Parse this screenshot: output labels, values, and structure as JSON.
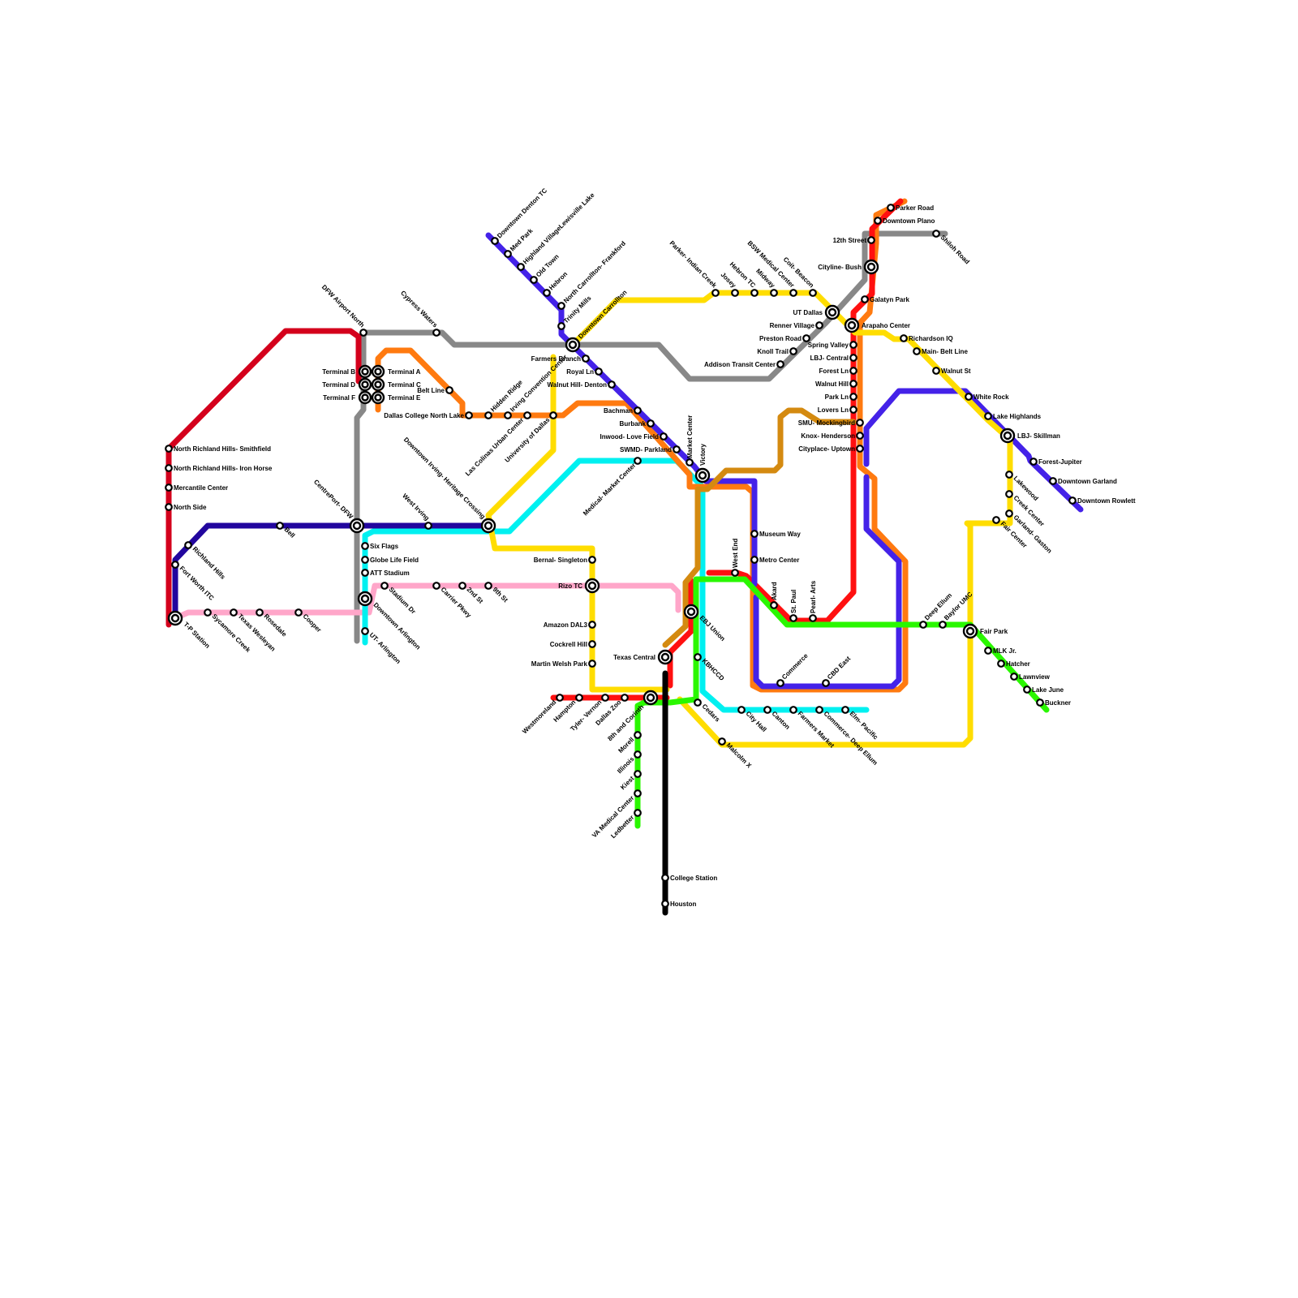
{
  "colors": {
    "red": "#d4001c",
    "bright_red": "#ff1010",
    "navy": "#22069e",
    "blue": "#4422e8",
    "gray": "#888888",
    "orange": "#ff7a10",
    "gold": "#d48a10",
    "yellow": "#ffdd00",
    "cyan": "#00f0f0",
    "pink": "#ffa6c9",
    "green": "#2af700",
    "black": "#000000"
  },
  "stations": {
    "downtown_denton_tc": "Downtown Denton TC",
    "med_park": "Med Park",
    "highland_village": "Highland VillageLewisville Lake",
    "old_town": "Old Town",
    "hebron": "Hebron",
    "north_carrollton": "North Carrollton- Frankford",
    "trinity_mills": "Trinity Mills",
    "downtown_carrollton": "Downtown Carrollton",
    "farmers_branch": "Farmers Branch",
    "royal_ln": "Royal Ln",
    "walnut_hill_denton": "Walnut Hill- Denton",
    "bachman": "Bachman",
    "burbank": "Burbank",
    "inwood_love_field": "Inwood- Love Field",
    "swmd_parkland": "SWMD- Parkland",
    "market_center": "Market Center",
    "victory": "Victory",
    "medical_market_center": "Medical- Market Center",
    "dfw_airport_north": "DFW Airport North",
    "cypress_waters": "Cypress Waters",
    "terminal_a": "Terminal A",
    "terminal_b": "Terminal B",
    "terminal_c": "Terminal C",
    "terminal_d": "Terminal D",
    "terminal_e": "Terminal E",
    "terminal_f": "Terminal F",
    "belt_line": "Belt Line",
    "dallas_college_north_lake": "Dallas College North Lake",
    "hidden_ridge": "Hidden Ridge",
    "irving_convention": "Irving Convention Center",
    "las_colinas": "Las Colinas Urban Center",
    "university_of_dallas": "University of Dallas",
    "nrh_smithfield": "North Richland Hills- Smithfield",
    "nrh_iron_horse": "North Richland Hills- Iron Horse",
    "mercantile_center": "Mercantile Center",
    "north_side": "North Side",
    "bell": "Bell",
    "centreport": "CentrePort- DFW",
    "west_irving": "West Irving",
    "downtown_irving": "Downtown Irving- Heritage Crossing",
    "richland_hills": "Richland Hills",
    "fort_worth_itc": "Fort Worth ITC",
    "tp_station": "T-P Station",
    "sycamore_creek": "Sycamore Creek",
    "texas_wesleyan": "Texas Wesleyan",
    "rosedale": "Rosedale",
    "cooper": "Cooper",
    "six_flags": "Six Flags",
    "globe_life_field": "Globe Life Field",
    "att_stadium": "ATT Stadium",
    "downtown_arlington": "Downtown Arlington",
    "stadium_dr": "Stadium Dr",
    "ut_arlington": "UT- Arlington",
    "carrier_pkwy": "Carrier Pkwy",
    "2nd_st": "2nd St",
    "9th_st": "9th St",
    "bernal_singleton": "Bernal- Singleton",
    "rizo_tc": "Rizo TC",
    "amazon_dal3": "Amazon DAL3",
    "cockrell_hill": "Cockrell Hill",
    "martin_welsh_park": "Martin Welsh Park",
    "westmoreland": "Westmoreland",
    "hampton": "Hampton",
    "tyler_vernon": "Tyler- Vernon",
    "dallas_zoo": "Dallas Zoo",
    "8th_and_corinth": "8th and Corinth",
    "morell": "Morell",
    "illinois": "Illinois",
    "kiest": "Kiest",
    "va_medical_center": "VA Medical Center",
    "ledbetter": "Ledbetter",
    "texas_central": "Texas Central",
    "college_station": "College Station",
    "houston": "Houston",
    "ebj_union": "EBJ Union",
    "kbhccd": "KBHCCD",
    "cedars": "Cedars",
    "west_end": "West End",
    "museum_way": "Museum Way",
    "metro_center": "Metro Center",
    "akard": "Akard",
    "st_paul": "St. Paul",
    "pearl_arts": "Pearl- Arts",
    "commerce": "Commerce",
    "cbd_east": "CBD East",
    "city_hall": "City Hall",
    "canton": "Canton",
    "farmers_market": "Farmers Market",
    "commerce_deep_ellum": "Commerce- Deep Ellum",
    "elm_pacific": "Elm- Pacific",
    "malcolm_x": "Malcolm X",
    "parker_indian_creek": "Parker- Indian Creek",
    "josey": "Josey",
    "hebron_tc": "Hebron TC",
    "midway": "Midway",
    "bsw_medical": "BSW Medical Center",
    "coit_beacon": "Coit- Beacon",
    "ut_dallas": "UT Dallas",
    "renner_village": "Renner Village",
    "preston_road": "Preston Road",
    "knoll_trail": "Knoll Trail",
    "addison_tc": "Addison Transit Center",
    "parker_road": "Parker Road",
    "downtown_plano": "Downtown Plano",
    "12th_street": "12th Street",
    "cityline_bush": "Cityline- Bush",
    "shiloh_road": "Shiloh Road",
    "galatyn_park": "Galatyn Park",
    "arapaho_center": "Arapaho Center",
    "spring_valley": "Spring Valley",
    "lbj_central": "LBJ- Central",
    "forest_ln": "Forest Ln",
    "walnut_hill": "Walnut Hill",
    "park_ln": "Park Ln",
    "lovers_ln": "Lovers Ln",
    "smu_mockingbird": "SMU- Mockingbird",
    "knox_henderson": "Knox- Henderson",
    "cityplace_uptown": "Cityplace- Uptown",
    "richardson_iq": "Richardson IQ",
    "main_belt_line": "Main- Belt Line",
    "walnut_st": "Walnut St",
    "white_rock": "White Rock",
    "lake_highlands": "Lake Highlands",
    "lbj_skillman": "LBJ- Skillman",
    "forest_jupiter": "Forest-Jupiter",
    "downtown_garland": "Downtown Garland",
    "downtown_rowlett": "Downtown Rowlett",
    "lakewood": "Lakewood",
    "creek_center": "Creek Center",
    "garland_gaston": "Garland- Gaston",
    "fair_center": "Fair Center",
    "deep_ellum": "Deep Ellum",
    "baylor_umc": "Baylor UMC",
    "fair_park": "Fair Park",
    "mlk_jr": "MLK Jr.",
    "hatcher": "Hatcher",
    "lawnview": "Lawnview",
    "lake_june": "Lake June",
    "buckner": "Buckner"
  }
}
